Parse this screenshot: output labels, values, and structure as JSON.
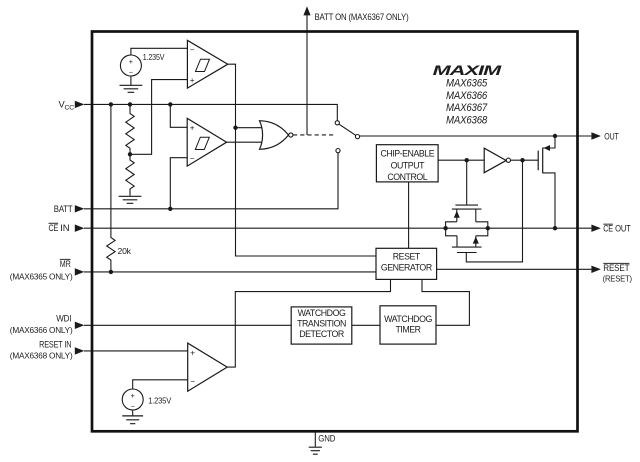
{
  "brand": {
    "logo": "MAXIM",
    "models": [
      "MAX6365",
      "MAX6366",
      "MAX6367",
      "MAX6368"
    ]
  },
  "pins": {
    "top": {
      "label": "BATT ON (MAX6367 ONLY)"
    },
    "bottom": {
      "label": "GND"
    },
    "left": [
      {
        "id": "vcc",
        "label_main": "V",
        "label_sub": "CC"
      },
      {
        "id": "batt",
        "label": "BATT"
      },
      {
        "id": "ce-in",
        "label_bar": "CE",
        "label_rest": "IN"
      },
      {
        "id": "mr",
        "label_bar": "MR",
        "note": "(MAX6365 ONLY)"
      },
      {
        "id": "wdi",
        "label": "WDI",
        "note": "(MAX6366 ONLY)"
      },
      {
        "id": "reset-in",
        "label": "RESET IN",
        "note": "(MAX6368 ONLY)"
      }
    ],
    "right": [
      {
        "id": "out",
        "label": "OUT"
      },
      {
        "id": "ce-out",
        "label_bar": "CE",
        "label_rest": "OUT"
      },
      {
        "id": "reset",
        "label_bar": "RESET",
        "note": "(RESET)"
      }
    ]
  },
  "blocks": {
    "chip_enable": {
      "lines": [
        "CHIP-ENABLE",
        "OUTPUT",
        "CONTROL"
      ]
    },
    "reset_generator": {
      "lines": [
        "RESET",
        "GENERATOR"
      ]
    },
    "watchdog_detector": {
      "lines": [
        "WATCHDOG",
        "TRANSITION",
        "DETECTOR"
      ]
    },
    "watchdog_timer": {
      "lines": [
        "WATCHDOG",
        "TIMER"
      ]
    }
  },
  "components": {
    "reference_top": {
      "label": "1.235V",
      "plus": "+",
      "minus": "−"
    },
    "reference_bottom": {
      "label": "1.235V",
      "plus": "+",
      "minus": "−"
    },
    "pullup_resistor": {
      "label": "20k"
    },
    "comparator_vcc": {
      "plus": "+",
      "minus": "−"
    },
    "comparator_batt": {
      "plus": "+",
      "minus": "−"
    },
    "comparator_rstin": {
      "plus": "+",
      "minus": "−"
    }
  },
  "colors": {
    "line": "#1a1a1a",
    "background": "#ffffff"
  }
}
